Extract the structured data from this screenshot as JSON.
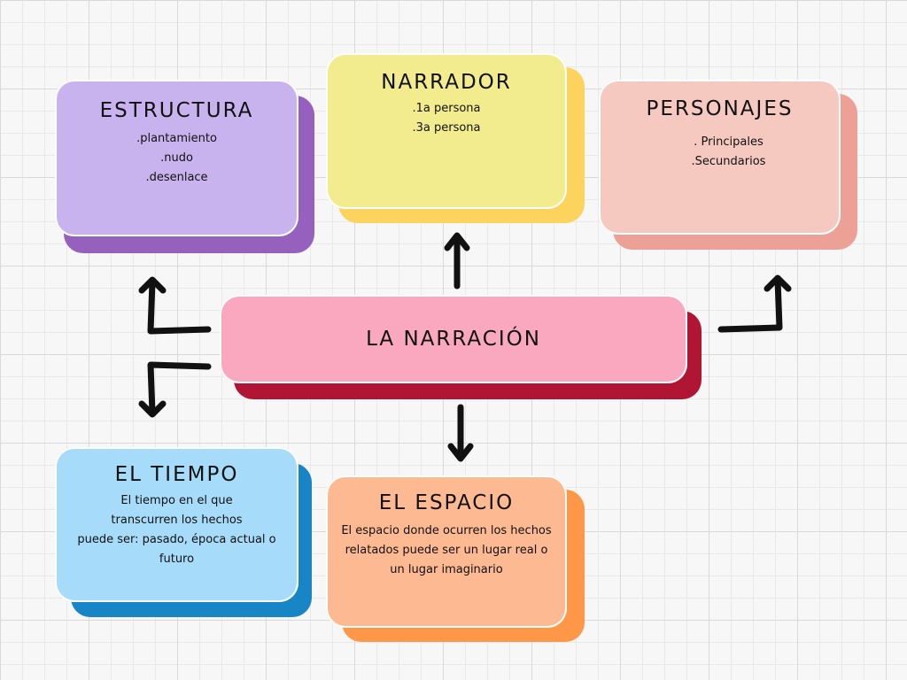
{
  "center": {
    "title": "LA NARRACIÓN",
    "face_color": "#f9a8c0",
    "shadow_color": "#b01634"
  },
  "estructura": {
    "title": "ESTRUCTURA",
    "lines": [
      ".plantamiento",
      ".nudo",
      ".desenlace"
    ],
    "face_color": "#c9b3ef",
    "shadow_color": "#9560be"
  },
  "narrador": {
    "title": "NARRADOR",
    "lines": [
      ".1a persona",
      ".3a persona"
    ],
    "face_color": "#f3ec8e",
    "shadow_color": "#fcd35c"
  },
  "personajes": {
    "title": "PERSONAJES",
    "lines": [
      ". Principales",
      ".Secundarios"
    ],
    "face_color": "#f5c9c0",
    "shadow_color": "#eda196"
  },
  "tiempo": {
    "title": "EL TIEMPO",
    "lines": [
      "El tiempo en el que",
      "transcurren los hechos",
      "puede ser: pasado, época actual o",
      "futuro"
    ],
    "face_color": "#a6dcf9",
    "shadow_color": "#1886c6"
  },
  "espacio": {
    "title": "EL ESPACIO",
    "lines": [
      "El espacio donde ocurren los hechos",
      "relatados puede ser un lugar real o",
      "un lugar imaginario"
    ],
    "face_color": "#fdba92",
    "shadow_color": "#fe9748"
  }
}
